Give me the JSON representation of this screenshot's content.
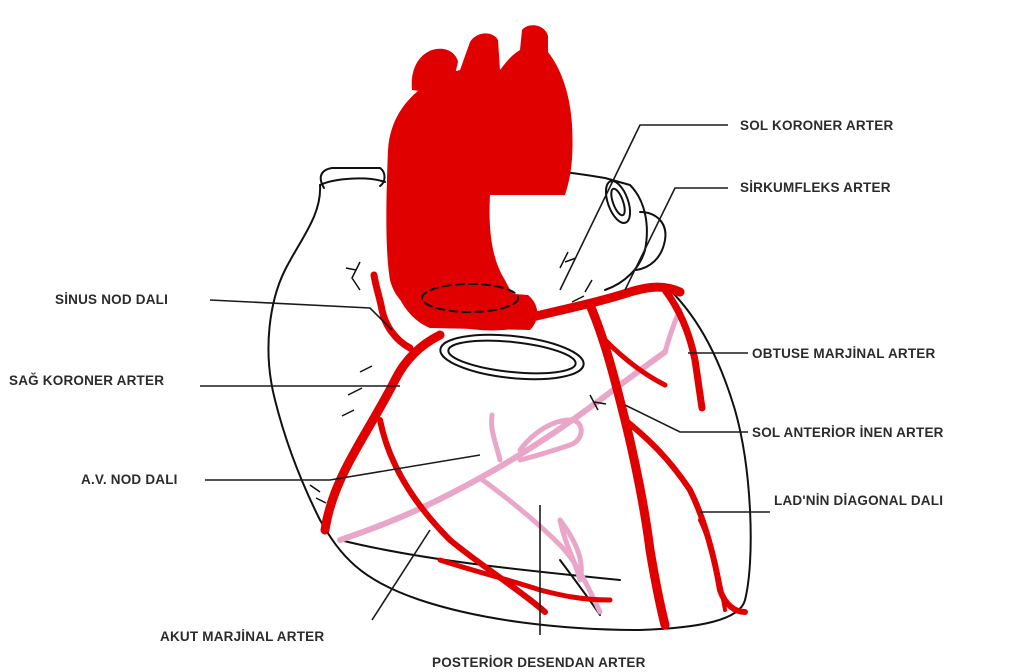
{
  "colors": {
    "artery": "#e00000",
    "vein": "#e9a6c9",
    "outline": "#111111",
    "label": "#2b2b2b",
    "background": "#ffffff"
  },
  "labels": {
    "sol_koroner": "SOL KORONER ARTER",
    "sirkumfleks": "SİRKUMFLEKS ARTER",
    "sinus_nod": "SİNUS NOD DALI",
    "sag_koroner": "SAĞ KORONER ARTER",
    "obtuse": "OBTUSE MARJİNAL ARTER",
    "sol_anterior": "SOL ANTERİOR İNEN ARTER",
    "av_nod": "A.V. NOD DALI",
    "lad_diagonal": "LAD'NİN DİAGONAL DALI",
    "akut_marjinal": "AKUT MARJİNAL ARTER",
    "posterior_desendan": "POSTERİOR DESENDAN ARTER"
  }
}
